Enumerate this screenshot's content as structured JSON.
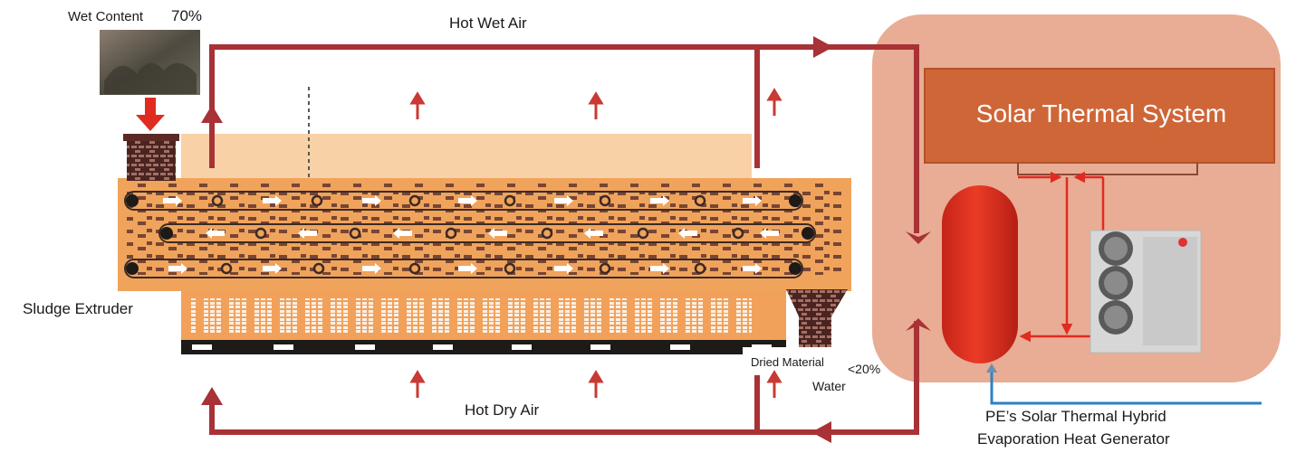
{
  "labels": {
    "wet_content": "Wet Content",
    "wet_percent": "70%",
    "hot_wet_air": "Hot Wet Air",
    "hot_dry_air": "Hot Dry Air",
    "sludge_extruder": "Sludge Extruder",
    "dried_material": "Dried Material",
    "dried_percent": "<20%",
    "water": "Water",
    "solar_thermal_system": "Solar Thermal System",
    "generator_line1": "PE’s Solar Thermal Hybrid",
    "generator_line2": "Evaporation Heat Generator"
  },
  "colors": {
    "air_loop": "#a83236",
    "bright_red": "#e02b20",
    "dryer_body": "#f0a35b",
    "dryer_light": "#f8d2a6",
    "system_panel": "#e8ad94",
    "solar_box": "#cf6638",
    "tank": "#d9301f",
    "cold_water": "#2a82c9",
    "dark_block": "#5c2a24"
  }
}
